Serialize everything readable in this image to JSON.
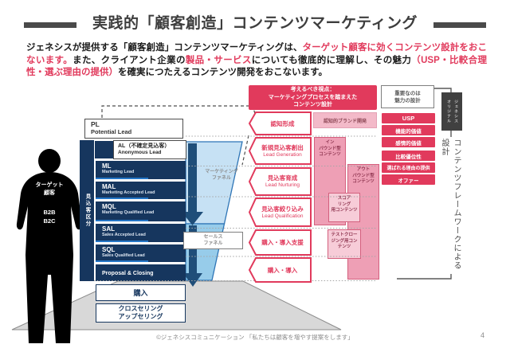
{
  "slide": {
    "title": "実践的「顧客創造」コンテンツマーケティング",
    "footer": "©ジェネシスコミュニケーション 「私たちは顧客を増やす提案をします」",
    "page_number": "4"
  },
  "intro": {
    "seg1_black": "ジェネシスが提供する「顧客創造」コンテンツマーケティングは、",
    "seg2_red": "ターゲット顧客に効くコンテンツ設計をおこないます。",
    "seg3_black": "また、クライアント企業の",
    "seg4_red": "製品・サービス",
    "seg5_black": "についても徹底的に理解し、その魅力",
    "seg6_red": "（USP・比較合理性・選ぶ理由の提供）",
    "seg7_black": "を確実につたえるコンテンツ開発をおこないます。"
  },
  "target": {
    "label": "ターゲット\n顧客",
    "segments": "B2B\nB2C"
  },
  "lead_classification": {
    "side_label": "見込客区分",
    "pl": {
      "code": "PL",
      "name": "Potential Lead"
    },
    "al": {
      "code": "AL（不確定見込客）",
      "name": "Anonymous Lead"
    },
    "rows": [
      {
        "code": "ML",
        "name": "Marketing Lead"
      },
      {
        "code": "MAL",
        "name": "Marketing Accepted Lead"
      },
      {
        "code": "MQL",
        "name": "Marketing Qualified Lead"
      },
      {
        "code": "SAL",
        "name": "Sales Accepted Lead"
      },
      {
        "code": "SQL",
        "name": "Sales Qualified Lead"
      }
    ],
    "closing": "Proposal & Closing",
    "purchase": "購入",
    "cross_up": "クロスセリング\nアップセリング"
  },
  "funnel": {
    "marketing": "マーケティング\nファネル",
    "sales": "セールス\nファネル"
  },
  "process": {
    "header": "考えるべき視点：\nマーケティングプロセスを踏まえた\nコンテンツ設計",
    "steps": [
      {
        "jp": "認知形成",
        "en": ""
      },
      {
        "jp": "新規見込客創出",
        "en": "Lead Generation"
      },
      {
        "jp": "見込客育成",
        "en": "Lead Nurturing"
      },
      {
        "jp": "見込客絞り込み",
        "en": "Lead Qualification"
      },
      {
        "jp": "購入・導入支援",
        "en": ""
      },
      {
        "jp": "購入・導入",
        "en": ""
      }
    ]
  },
  "contents": {
    "brand": "認知的ブランド開発",
    "inbound": "イン\nバウンド型\nコンテンツ",
    "outbound": "アウト\nバウンド型\nコンテンツ",
    "scoring": "スコア\nリング\n用コンテンツ",
    "test_closing": "テストクロー\nジング用コン\nテンツ"
  },
  "framework": {
    "note": "重要なのは\n魅力の設計",
    "badges": [
      "USP",
      "機能的価値",
      "感情的価値",
      "比較優位性",
      "選ばれる理由の提供",
      "オファー"
    ],
    "original_tag": "ジェネシス\nオリジナル",
    "vertical_label": "コンテンツフレームワークによる設計"
  },
  "colors": {
    "accent_red": "#e13a5c",
    "navy": "#16365e",
    "blue": "#2e75b6",
    "arrow_navy": "#1f4e79",
    "funnel_light": "#bcdcf2",
    "funnel_mid": "#8cc6e8",
    "pink_dark": "#ee9fb5",
    "pink_light": "#f7ccd8",
    "pink_pale": "#f3bac9",
    "gray_dark": "#404040",
    "gray_mid": "#7f7f7f",
    "floor": "#d8d8d8"
  }
}
